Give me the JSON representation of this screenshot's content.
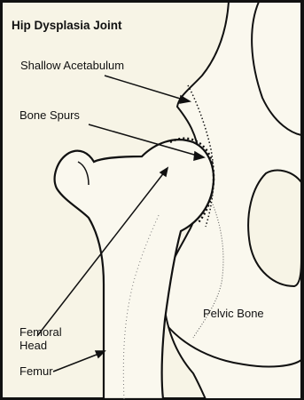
{
  "title": "Hip Dysplasia Joint",
  "labels": {
    "shallow_acetabulum": "Shallow Acetabulum",
    "bone_spurs": "Bone Spurs",
    "femoral_head_line1": "Femoral",
    "femoral_head_line2": "Head",
    "pelvic_bone": "Pelvic Bone",
    "femur": "Femur"
  },
  "colors": {
    "background": "#f7f4e6",
    "bone_fill": "#faf8ee",
    "ink": "#111111"
  }
}
